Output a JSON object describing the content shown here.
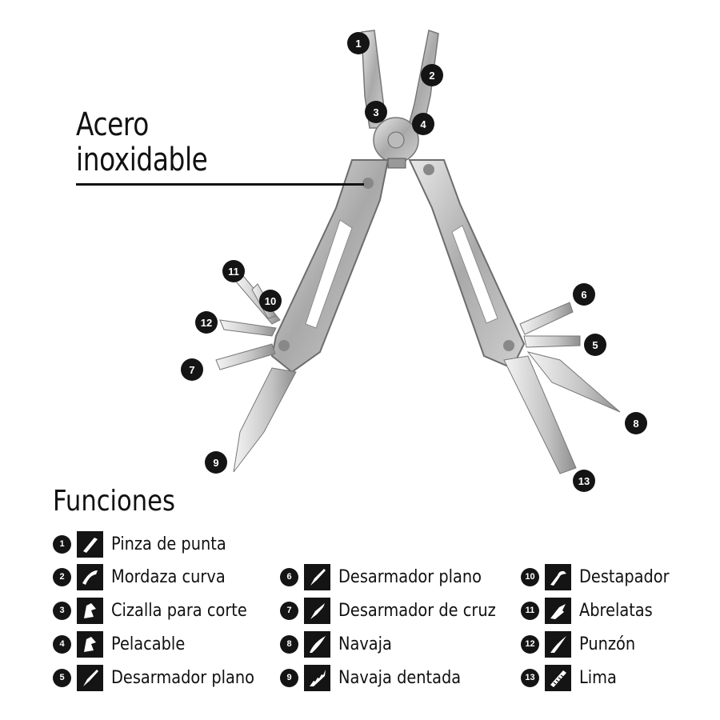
{
  "callout": {
    "line1": "Acero",
    "line2": "inoxidable"
  },
  "section_title": "Funciones",
  "markers": [
    "1",
    "2",
    "3",
    "4",
    "5",
    "6",
    "7",
    "8",
    "9",
    "10",
    "11",
    "12",
    "13"
  ],
  "functions": [
    {
      "num": "1",
      "label": "Pinza de punta",
      "icon": "needle-nose-pliers-icon"
    },
    {
      "num": "2",
      "label": "Mordaza curva",
      "icon": "curved-jaw-icon"
    },
    {
      "num": "3",
      "label": "Cizalla para corte",
      "icon": "wire-cutter-icon"
    },
    {
      "num": "4",
      "label": "Pelacable",
      "icon": "wire-stripper-icon"
    },
    {
      "num": "5",
      "label": "Desarmador plano",
      "icon": "flat-screwdriver-icon"
    },
    {
      "num": "6",
      "label": "Desarmador plano",
      "icon": "flat-screwdriver-icon"
    },
    {
      "num": "7",
      "label": "Desarmador de cruz",
      "icon": "phillips-screwdriver-icon"
    },
    {
      "num": "8",
      "label": "Navaja",
      "icon": "knife-blade-icon"
    },
    {
      "num": "9",
      "label": "Navaja dentada",
      "icon": "serrated-blade-icon"
    },
    {
      "num": "10",
      "label": "Destapador",
      "icon": "bottle-opener-icon"
    },
    {
      "num": "11",
      "label": "Abrelatas",
      "icon": "can-opener-icon"
    },
    {
      "num": "12",
      "label": "Punzón",
      "icon": "awl-icon"
    },
    {
      "num": "13",
      "label": "Lima",
      "icon": "file-icon"
    }
  ]
}
